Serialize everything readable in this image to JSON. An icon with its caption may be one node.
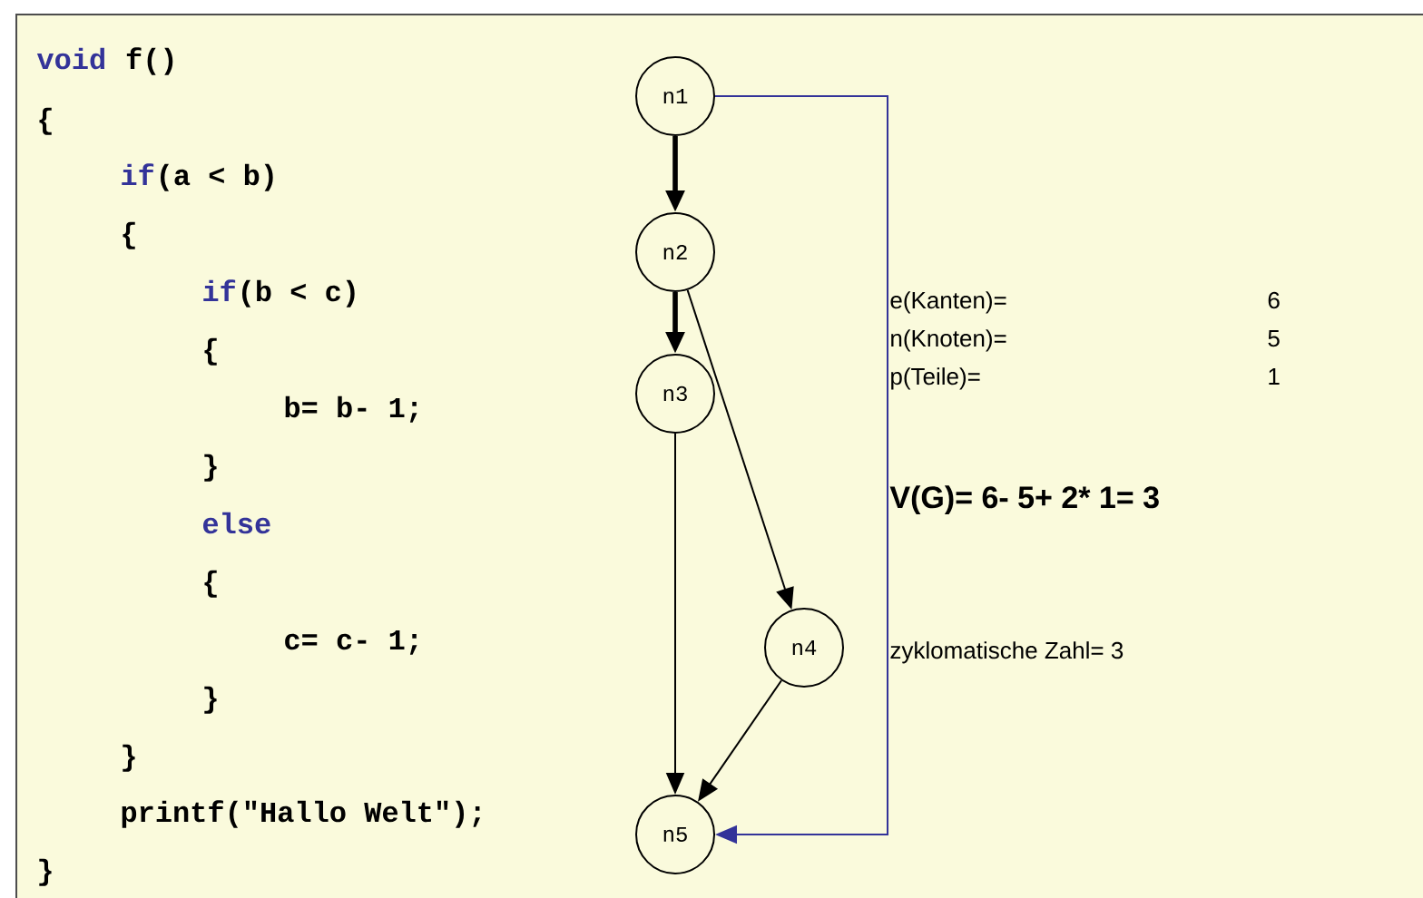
{
  "diagram": {
    "nodes": [
      {
        "text": [
          "n1"
        ]
      },
      {
        "text": [
          "n2"
        ]
      },
      {
        "text": [
          "n3"
        ]
      },
      {
        "text": [
          "n4"
        ]
      },
      {
        "text": [
          "n5"
        ]
      }
    ],
    "edges": [
      {
        "from": 0,
        "to": 1,
        "arrow": "to",
        "style": "thick"
      },
      {
        "from": 1,
        "to": 2,
        "arrow": "to",
        "style": "thick"
      },
      {
        "from": 1,
        "to": 3,
        "arrow": "to"
      },
      {
        "from": 2,
        "to": 4,
        "arrow": "to"
      },
      {
        "from": 3,
        "to": 4,
        "arrow": "to"
      },
      {
        "from": 0,
        "to": 4,
        "arrow": "to",
        "color": "#333399"
      }
    ],
    "labels": [
      "void",
      "f()",
      "{",
      "if",
      "(a < b)",
      "{",
      "if",
      "(b < c)",
      "{",
      "b= b- 1;",
      "}",
      "else",
      "{",
      "c= c- 1;",
      "}",
      "}",
      "printf(\"Hallo Welt\");",
      "}",
      "e(Kanten)=",
      "6",
      "n(Knoten)=",
      "5",
      "p(Teile)=",
      "1",
      "V(G)= 6- 5+ 2* 1= 3",
      "zyklomatische Zahl= 3"
    ]
  }
}
